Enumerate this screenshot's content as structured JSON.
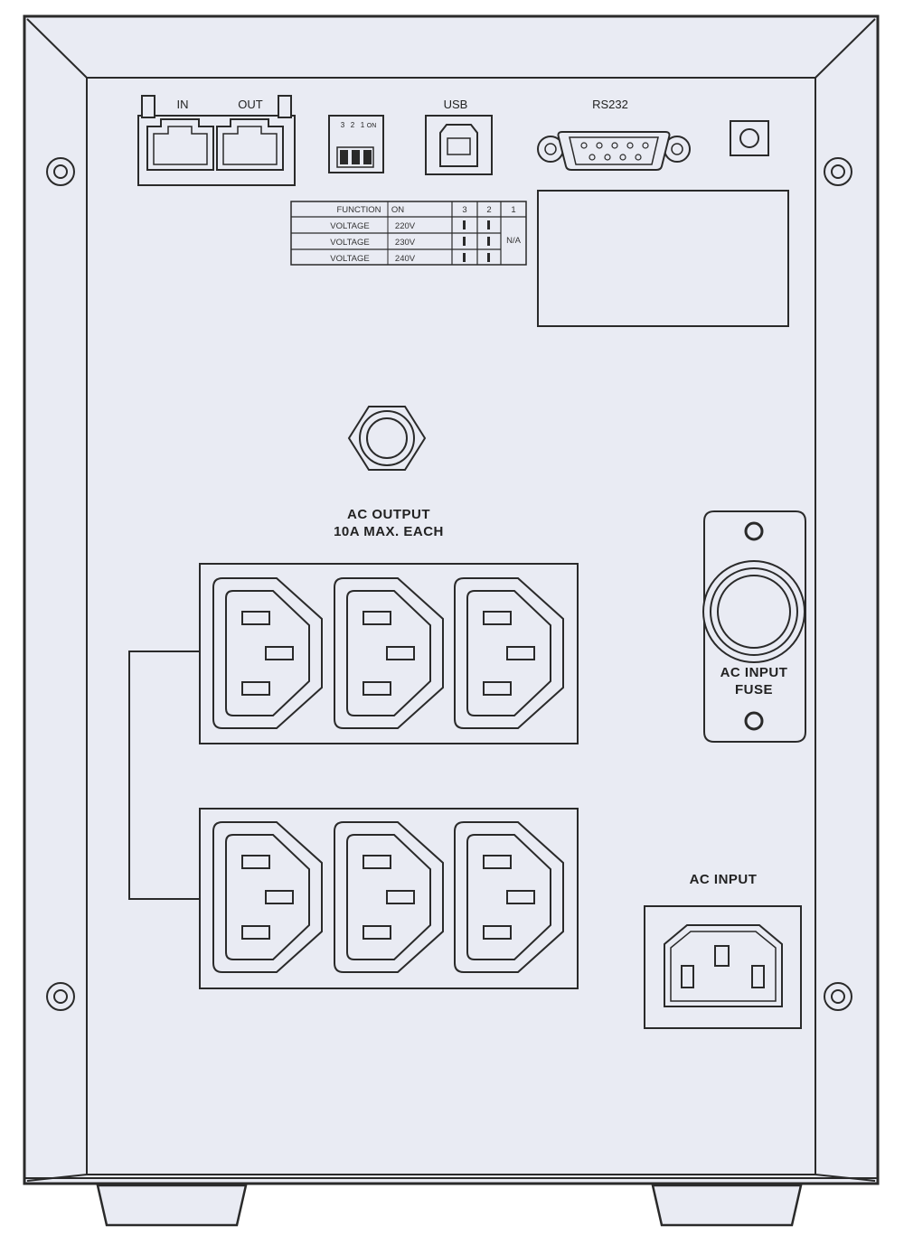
{
  "colors": {
    "panel": "#e9ebf3",
    "stroke": "#2a2a2a",
    "background": "#ffffff"
  },
  "rj45": {
    "in_label": "IN",
    "out_label": "OUT"
  },
  "dip_switch": {
    "numbers": [
      "3",
      "2",
      "1"
    ],
    "marks": [
      "ON"
    ]
  },
  "usb": {
    "label": "USB"
  },
  "rs232": {
    "label": "RS232"
  },
  "function_table": {
    "header": [
      "FUNCTION",
      "ON",
      "3",
      "2",
      "1"
    ],
    "rows": [
      {
        "function": "VOLTAGE",
        "value": "220V"
      },
      {
        "function": "VOLTAGE",
        "value": "230V"
      },
      {
        "function": "VOLTAGE",
        "value": "240V"
      }
    ],
    "merged_note": "N/A"
  },
  "ac_output": {
    "line1": "AC  OUTPUT",
    "line2": "10A  MAX.  EACH"
  },
  "fuse": {
    "line1": "AC  INPUT",
    "line2": "FUSE"
  },
  "ac_input": {
    "label": "AC  INPUT"
  },
  "icons": [
    "rj45-port-icon",
    "usb-b-port-icon",
    "db9-connector-icon",
    "circuit-breaker-icon",
    "fuse-holder-icon",
    "iec-c13-outlet-icon",
    "iec-c14-inlet-icon",
    "screw-icon"
  ]
}
